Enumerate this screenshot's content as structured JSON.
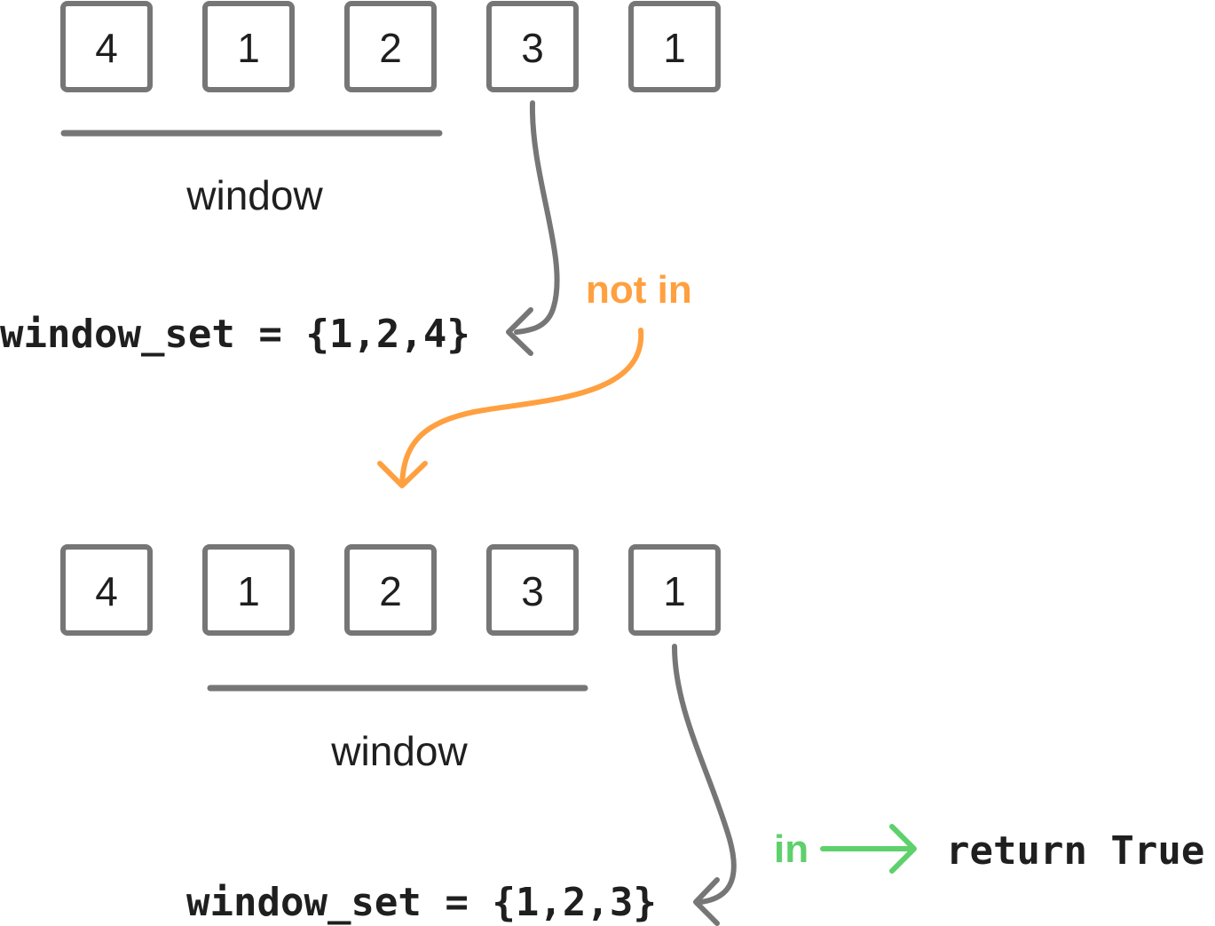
{
  "colors": {
    "box_stroke": "#767676",
    "text": "#1f1f1f",
    "not_in": "#FFA040",
    "in": "#5ED06C"
  },
  "step1": {
    "cells": [
      "4",
      "1",
      "2",
      "3",
      "1"
    ],
    "window_label": "window",
    "set_text": "window_set = {1,2,4}"
  },
  "step2": {
    "cells": [
      "4",
      "1",
      "2",
      "3",
      "1"
    ],
    "window_label": "window",
    "set_text": "window_set = {1,2,3}"
  },
  "labels": {
    "not_in": "not in",
    "in": "in",
    "result": "return True"
  }
}
